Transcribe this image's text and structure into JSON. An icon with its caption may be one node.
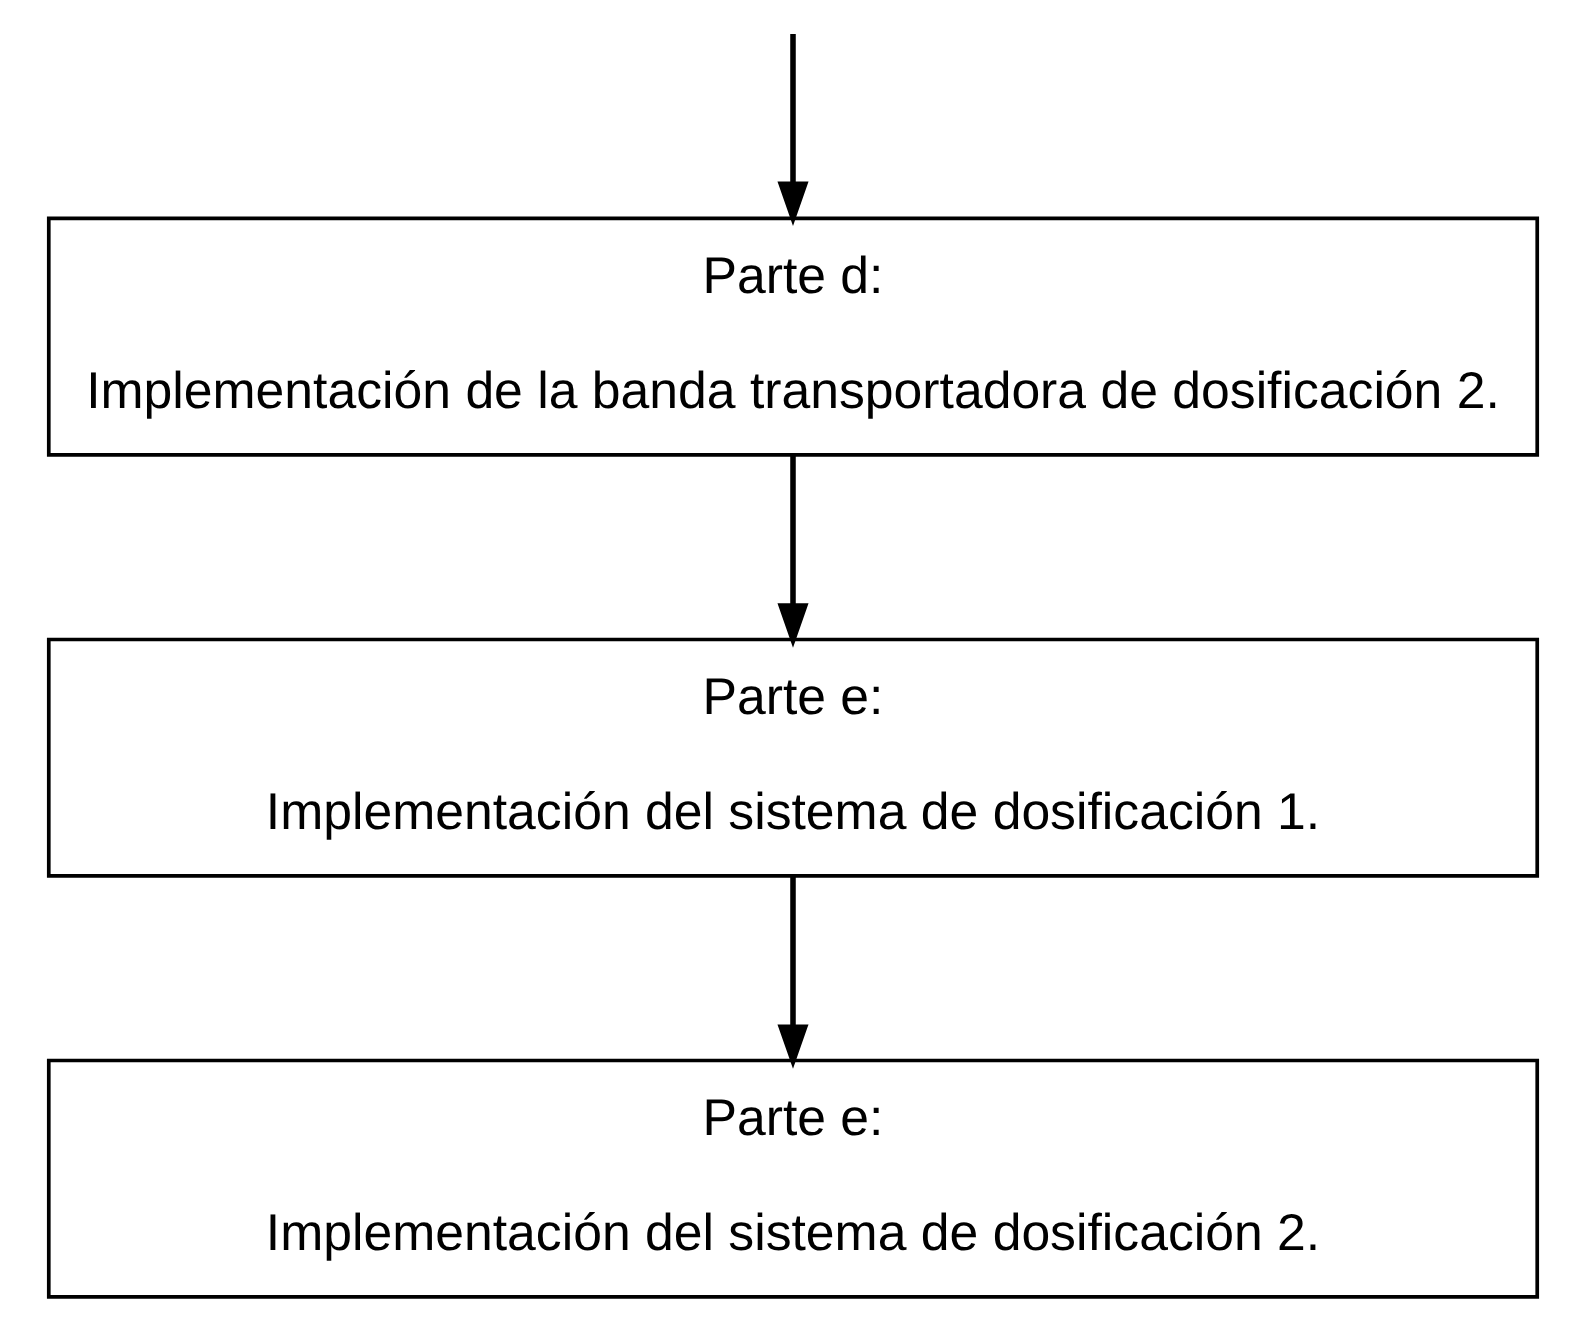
{
  "diagram": {
    "nodes": [
      {
        "text": [
          "Parte d:",
          "Implementación de la banda transportadora de dosificación 2."
        ]
      },
      {
        "text": [
          "Parte e:",
          "Implementación del sistema de dosificación 1."
        ]
      },
      {
        "text": [
          "Parte e:",
          "Implementación del sistema de dosificación 2."
        ]
      }
    ],
    "edges": [
      {
        "from": null,
        "to": 0,
        "arrow": "to"
      },
      {
        "from": 0,
        "to": 1,
        "arrow": "to"
      },
      {
        "from": 1,
        "to": 2,
        "arrow": "to"
      }
    ]
  }
}
